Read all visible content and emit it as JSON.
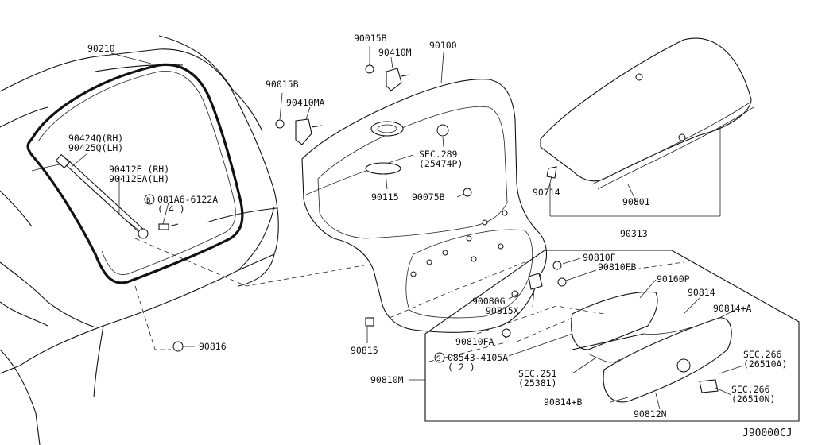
{
  "callouts": {
    "c90210": "90210",
    "c90424q": "90424Q(RH)",
    "c90425q": "90425Q(LH)",
    "c90412e": "90412E (RH)",
    "c90412ea": "90412EA(LH)",
    "c081a6": "081A6-6122A",
    "c081a6_qty": "( 4 )",
    "c081a6_sym": "B",
    "c90015b_a": "90015B",
    "c90410ma": "90410MA",
    "c90015b_b": "90015B",
    "c90410m": "90410M",
    "c90100": "90100",
    "csec289": "SEC.289",
    "c25474p": "(25474P)",
    "c90115": "90115",
    "c90075b": "90075B",
    "c90714": "90714",
    "c90801": "90801",
    "c90313": "90313",
    "c90810f": "90810F",
    "c90810fb": "90810FB",
    "c90160p": "90160P",
    "c90814": "90814",
    "c90814plusa": "90814+A",
    "c90080g": "90080G",
    "c90815x": "90815X",
    "c90815": "90815",
    "c90810fa": "90810FA",
    "c08543": "08543-4105A",
    "c08543_qty": "( 2 )",
    "c08543_sym": "S",
    "c90816": "90816",
    "c90810m": "90810M",
    "csec251": "SEC.251",
    "c25381": "(25381)",
    "csec266a": "SEC.266",
    "c26510a": "(26510A)",
    "csec266n": "SEC.266",
    "c26510n": "(26510N)",
    "c90814plusb": "90814+B",
    "c90812n": "90812N"
  },
  "diagram_id": "J90000CJ"
}
